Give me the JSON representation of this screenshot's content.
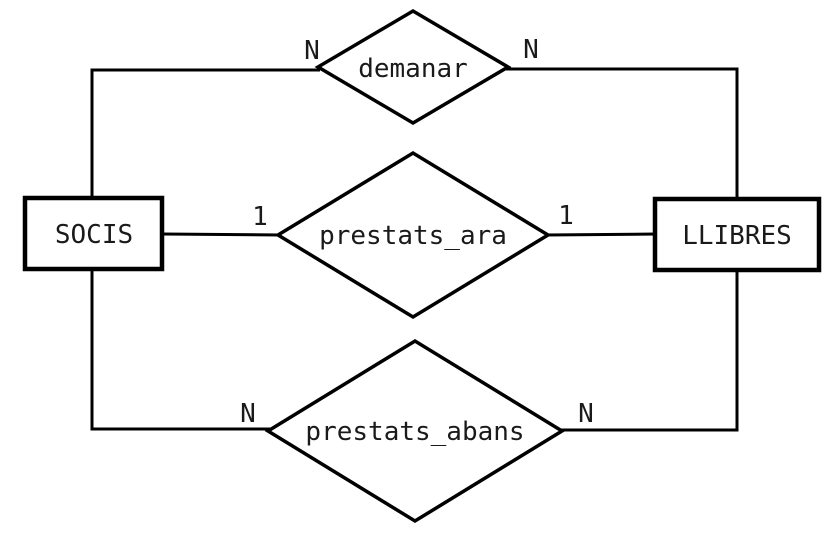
{
  "diagram": {
    "type": "entity-relationship",
    "background_color": "#ffffff",
    "stroke_color": "#000000",
    "text_color": "#1a1a1a",
    "entities": [
      {
        "id": "socis",
        "label": "SOCIS"
      },
      {
        "id": "llibres",
        "label": "LLIBRES"
      }
    ],
    "relationships": [
      {
        "id": "demanar",
        "label": "demanar",
        "left_entity": "SOCIS",
        "right_entity": "LLIBRES",
        "left_cardinality": "N",
        "right_cardinality": "N"
      },
      {
        "id": "prestats_ara",
        "label": "prestats_ara",
        "left_entity": "SOCIS",
        "right_entity": "LLIBRES",
        "left_cardinality": "1",
        "right_cardinality": "1"
      },
      {
        "id": "prestats_abans",
        "label": "prestats_abans",
        "left_entity": "SOCIS",
        "right_entity": "LLIBRES",
        "left_cardinality": "N",
        "right_cardinality": "N"
      }
    ]
  }
}
